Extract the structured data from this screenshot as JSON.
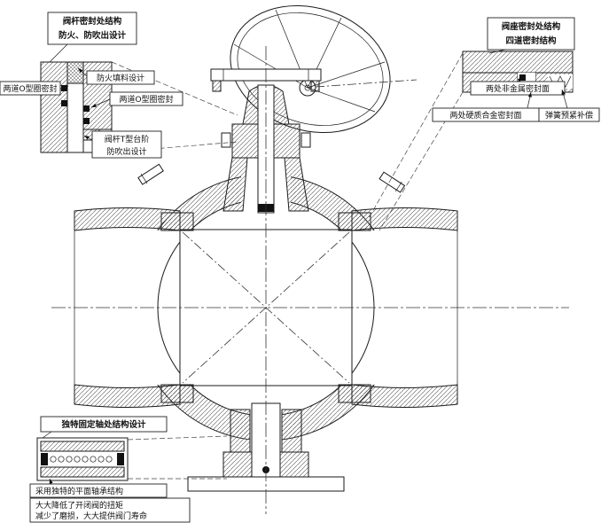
{
  "figure": {
    "background": "#ffffff",
    "ink": "#1a1a1a",
    "subject": "全焊接球阀剖面图"
  },
  "callouts": {
    "stem_seal": {
      "title1": "阀杆密封处结构",
      "title2": "防火、防吹出设计",
      "oring_left": "两道O型圈密封",
      "fire_packing": "防火填料设计",
      "oring_right": "两道O型圈密封",
      "t_step1": "阀杆T型台阶",
      "t_step2": "防吹出设计"
    },
    "seat_seal": {
      "title1": "阀座密封处结构",
      "title2": "四道密封结构",
      "nonmetal": "两处非金属密封面",
      "hard_alloy": "两处硬质合金密封面",
      "spring": "弹簧预紧补偿"
    },
    "shaft": {
      "title": "独特固定轴处结构设计",
      "bearing": "采用独特的平面轴承结构",
      "note1": "大大降低了开闭阀的扭矩",
      "note2": "减少了磨损，大大提供阀门寿命"
    }
  }
}
